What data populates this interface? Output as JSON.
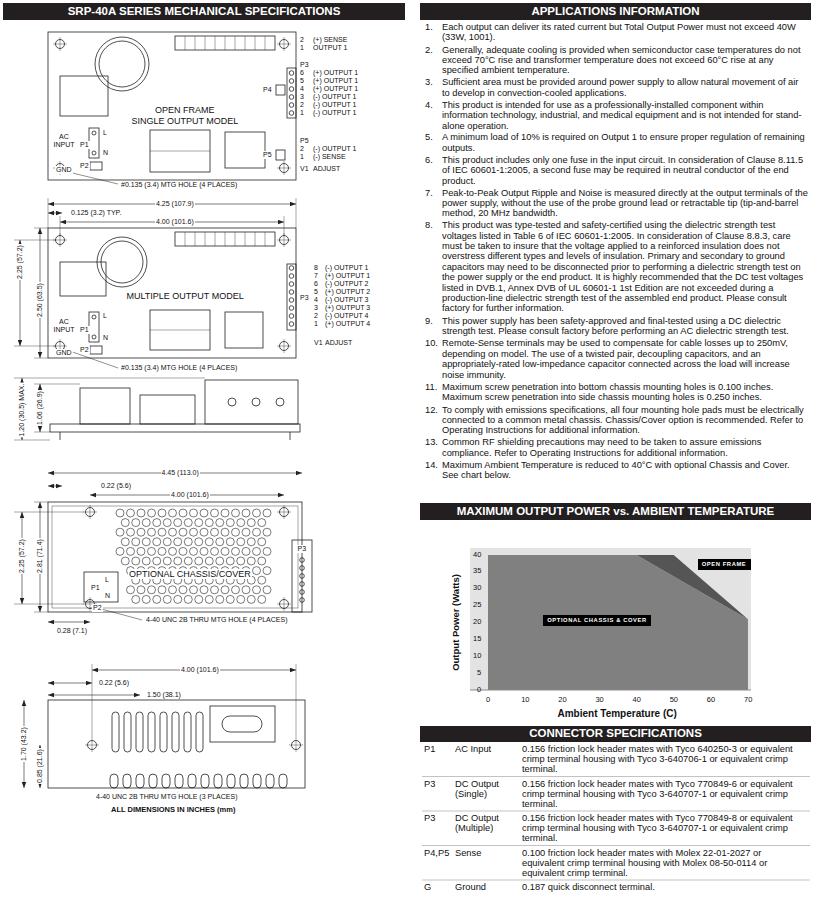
{
  "diagram": {
    "nodes": [
      {
        "text": [
          "SRP-40A SERIES MECHANICAL SPECIFICATIONS"
        ]
      },
      {
        "text": [
          "APPLICATIONS INFORMATION"
        ]
      },
      {
        "text": [
          "MAXIMUM OUTPUT POWER vs. AMBIENT TEMPERATURE"
        ]
      },
      {
        "text": [
          "OPEN FRAME"
        ]
      },
      {
        "text": [
          "OPTIONAL CHASSIS & COVER"
        ]
      },
      {
        "text": [
          "CONNECTOR SPECIFICATIONS"
        ]
      }
    ],
    "labels": [
      "2",
      "(+) SENSE",
      "1",
      "OUTPUT 1",
      "P3",
      "6",
      "(+) OUTPUT 1",
      "5",
      "(+) OUTPUT 1",
      "4",
      "(+) OUTPUT 1",
      "3",
      "(-) OUTPUT 1",
      "2",
      "(-) OUTPUT 1",
      "1",
      "(-) OUTPUT 1",
      "P5",
      "2",
      "(-) OUTPUT 1",
      "1",
      "(-) SENSE",
      "V1",
      "ADJUST",
      "P4",
      "P5",
      "OPEN FRAME",
      "SINGLE OUTPUT MODEL",
      "AC",
      "INPUT",
      "P1",
      "L",
      "N",
      "GND",
      "P2",
      "#0.135 (3.4) MTG HOLE (4 PLACES)",
      "4.25 (107.9)",
      "0.125 (3.2) TYP.",
      "4.00 (101.6)",
      "2.25 (57.2)",
      "2.50 (63.5)",
      "8",
      "(-) OUTPUT 1",
      "7",
      "(+) OUTPUT 1",
      "6",
      "(-) OUTPUT 2",
      "5",
      "(+) OUTPUT 2",
      "4",
      "(-) OUTPUT 3",
      "3",
      "(+) OUTPUT 3",
      "2",
      "(-) OUTPUT 4",
      "1",
      "(+) OUTPUT 4",
      "P3",
      "V1",
      "ADJUST",
      "MULTIPLE OUTPUT MODEL",
      "AC",
      "INPUT",
      "P1",
      "L",
      "N",
      "GND",
      "P2",
      "#0.135 (3.4) MTG HOLE (4 PLACES)",
      "1.20 (30.5) MAX.",
      "1.06 (26.9)",
      "4.45 (113.0)",
      "0.22 (5.6)",
      "4.00 (101.6)",
      "2.25 (57.2)",
      "2.81 (71.4)",
      "OPTIONAL CHASSIS/COVER",
      "P3",
      "P1",
      "L",
      "N",
      "P2",
      "4-40 UNC 2B THRU MTG HOLE (4 PLACES)",
      "0.28 (7.1)",
      "4.00 (101.6)",
      "0.22 (5.6)",
      "1.50 (38.1)",
      "1.70 (43.2)",
      "0.85 (21.6)",
      "4-40 UNC 2B THRU MTG HOLE (3 PLACES)",
      "ALL DIMENSIONS IN INCHES (mm)",
      "1.",
      "Each output can deliver its rated current but Total Output Power must not exceed 40W (33W, 1001).",
      "2.",
      "Generally, adequate cooling is provided when semiconductor case temperatures do not exceed 70°C rise and transformer temperature does not exceed 60°C rise at any specified ambient temperature.",
      "3.",
      "Sufficient area must be provided around power supply to allow natural movement of air to develop in convection-cooled applications.",
      "4.",
      "This product is intended for use as a professionally-installed component within information technology, industrial, and medical equipment and is not intended for stand-alone operation.",
      "5.",
      "A minimum load of 10% is required on Output 1 to ensure proper regulation of remaining outputs.",
      "6.",
      "This product includes only one fuse in the input circuit. In consideration of Clause 8.11.5 of IEC 60601-1:2005, a second fuse may be required in neutral conductor of the end product.",
      "7.",
      "Peak-to-Peak Output Ripple and Noise is measured directly at the output terminals of the power supply, without the use of the probe ground lead or retractable tip (tip-and-barrel method, 20 MHz bandwidth.",
      "8.",
      "This product was type-tested and safety-certified using the dielectric strength test voltages listed in Table 6 of IEC 60601-1:2005. In consideration of Clause 8.8.3, care must be taken to insure that the voltage applied to a reinforced insulation does not overstress different types and levels of insulation. Primary and secondary to ground capacitors may need to be disconnected prior to performing a dielectric strength test on the power supply or the end product. It is highly recommended that the DC test voltages listed in DVB.1, Annex DVB of UL 60601-1 1st Edition are not exceeded during a production-line dielectric strength test of the assembled end product. Please consult factory for further information.",
      "9.",
      "This power supply has been safety-approved and final-tested using a DC dielectric strength test. Please consult factory before performing an AC dielectric strength test.",
      "10.",
      "Remote-Sense terminals may be used to compensate for cable losses up to 250mV, depending on model. The use of a twisted pair, decoupling capacitors, and an appropriately-rated low-impedance capacitor connected across the load will increase noise immunity.",
      "11.",
      "Maximum screw penetration into bottom chassis mounting holes is 0.100 inches. Maximum screw penetration into side chassis mounting holes is 0.250 inches.",
      "12.",
      "To comply with emissions specifications, all four mounting hole pads must be electrically connected to a common metal chassis. Chassis/Cover option is recommended. Refer to Operating Instructions for additional information.",
      "13.",
      "Common RF shielding precautions may need to be taken to assure emissions compliance. Refer to Operating Instructions for additional information.",
      "14.",
      "Maximum Ambient Temperature is reduced to 40°C with optional Chassis and Cover. See chart below.",
      "40",
      "35",
      "30",
      "25",
      "20",
      "15",
      "10",
      "5",
      "0",
      "0",
      "10",
      "20",
      "30",
      "40",
      "50",
      "60",
      "70",
      "Output Power (Watts)",
      "Ambient Temperature (C)",
      "P1",
      "AC Input",
      "0.156 friction lock header mates with Tyco 640250-3 or equivalent crimp terminal housing with Tyco 3-640706-1 or equivalent crimp terminal.",
      "P3",
      "DC Output (Single)",
      "0.156 friction lock header mates with Tyco 770849-6 or equivalent crimp terminal housing with Tyco 3-640707-1 or equivalent crimp terminal.",
      "P3",
      "DC Output (Multiple)",
      "0.156 friction lock header mates with Tyco 770849-8 or equivalent crimp terminal housing with Tyco 3-640707-1 or equivalent crimp terminal.",
      "P4,P5",
      "Sense",
      "0.100 friction lock header mates with Molex 22-01-2027 or equivalent crimp terminal housing with Molex 08-50-0114 or equivalent crimp terminal.",
      "G",
      "Ground",
      "0.187 quick disconnect terminal."
    ]
  }
}
